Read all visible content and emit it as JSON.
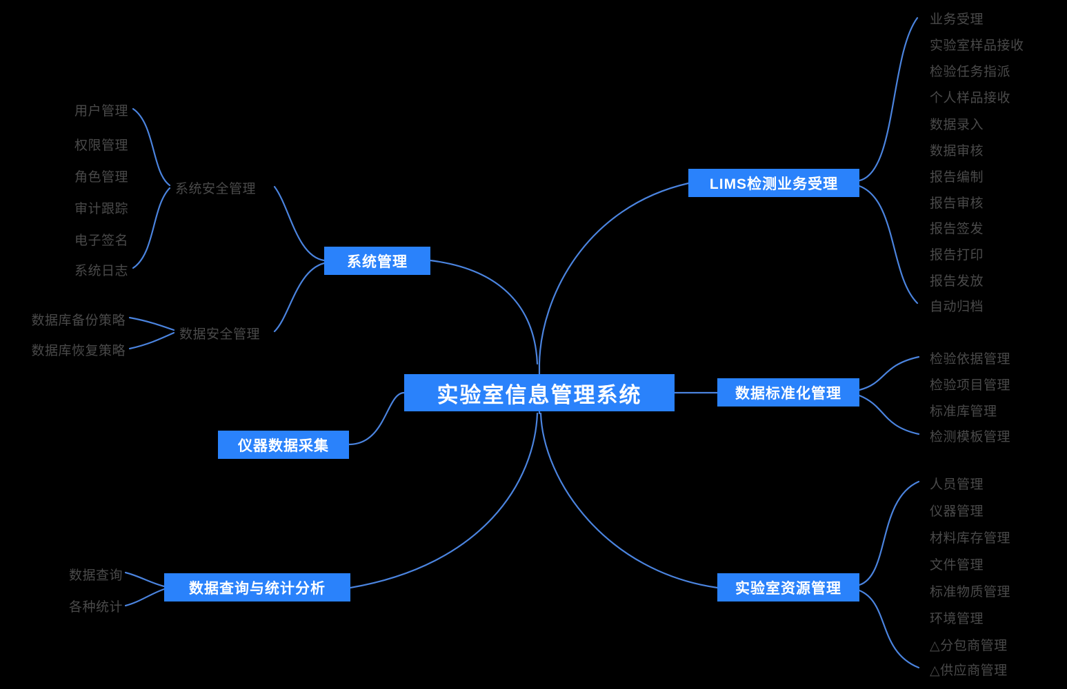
{
  "diagram": {
    "title": "实验室信息管理系统",
    "background": "#000000",
    "node_color": "#2a82fb",
    "node_text_color": "#ffffff",
    "leaf_text_color": "#4a4a4a",
    "connector_color": "#4b84df",
    "type": "mindmap"
  },
  "center": {
    "label": "实验室信息管理系统"
  },
  "branches": {
    "system_management": {
      "label": "系统管理",
      "children": [
        {
          "label": "系统安全管理",
          "items": [
            "用户管理",
            "权限管理",
            "角色管理",
            "审计跟踪",
            "电子签名",
            "系统日志"
          ]
        },
        {
          "label": "数据安全管理",
          "items": [
            "数据库备份策略",
            "数据库恢复策略"
          ]
        }
      ]
    },
    "instrument_data": {
      "label": "仪器数据采集",
      "items": []
    },
    "data_query": {
      "label": "数据查询与统计分析",
      "items": [
        "数据查询",
        "各种统计"
      ]
    },
    "lims": {
      "label": "LIMS检测业务受理",
      "items": [
        "业务受理",
        "实验室样品接收",
        "检验任务指派",
        "个人样品接收",
        "数据录入",
        "数据审核",
        "报告编制",
        "报告审核",
        "报告签发",
        "报告打印",
        "报告发放",
        "自动归档"
      ]
    },
    "data_standard": {
      "label": "数据标准化管理",
      "items": [
        "检验依据管理",
        "检验项目管理",
        "标准库管理",
        "检测模板管理"
      ]
    },
    "lab_resource": {
      "label": "实验室资源管理",
      "items": [
        "人员管理",
        "仪器管理",
        "材料库存管理",
        "文件管理",
        "标准物质管理",
        "环境管理",
        "△分包商管理",
        "△供应商管理"
      ]
    }
  }
}
